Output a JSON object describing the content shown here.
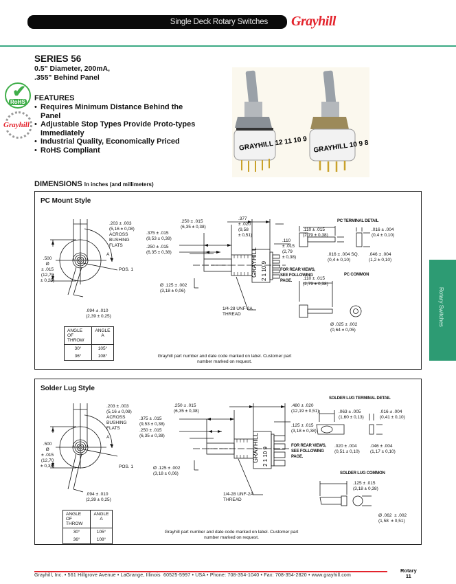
{
  "header": {
    "section_title": "Single Deck Rotary Switches",
    "brand": "Grayhill",
    "accent_color": "#3aa983",
    "brand_color": "#e3232c"
  },
  "product": {
    "series": "SERIES 56",
    "subtitle_lines": [
      "0.5\" Diameter, 200mA,",
      ".355\" Behind Panel"
    ],
    "features_heading": "FEATURES",
    "features": [
      "Requires Minimum Distance Behind the Panel",
      "Adjustable Stop Types Provide Proto-types Immediately",
      "Industrial Quality, Economically Priced",
      "RoHS Compliant"
    ],
    "badges": {
      "rohs": "RoHS",
      "gear_logo": "Grayhill"
    },
    "photo_labels": [
      "GRAYHILL 12 11 10 9",
      "GRAYHILL 10 9 8"
    ]
  },
  "dimensions": {
    "heading": "DIMENSIONS",
    "units_note": "In inches (and millimeters)",
    "pc_mount": {
      "title": "PC Mount Style",
      "bushing_flats": ".203 ± .003\n(5,16 ± 0,08)\nACROSS\nBUSHING\nFLATS",
      "angle_label": "A",
      "diameter": ".500\nØ\n± .015\n(12,70\n± 0,25)",
      "pos1": "POS. 1",
      "key_width": ".094 ± .010\n(2,39 ± 0,25)",
      "shaft_375": ".375 ± .015\n(9,53 ± 0,38)",
      "shaft_250a": ".250 ± .015\n(6,35 ± 0,38)",
      "shaft_250b": ".250 ± .015\n(6,35 ± 0,38)",
      "shaft_dia": "Ø .125 ± .002\n(3,18 ± 0,06)",
      "body_377": ".377\n± .020\n(9,58\n± 0,51)",
      "term_110": ".110\n± .015\n(2,79\n± 0,38)",
      "rear_views": "FOR REAR VIEWS,\nSEE FOLLOWING\nPAGE.",
      "thread": "1/4-28 UNF-2A\nTHREAD",
      "body_label": "GRAYHILL",
      "body_numbers": "2  1  10  9",
      "terminal_detail": {
        "title": "PC TERMINAL DETAIL",
        "length": ".110 ± .015\n(2,79 ± 0,38)",
        "sq": ".016 ± .004 SQ.\n(0,4 ± 0,10)",
        "thick": ".016 ± .004\n(0,4 ± 0,10)",
        "width": ".046 ± .004\n(1,2 ± 0,10)"
      },
      "common": {
        "title": "PC COMMON",
        "length": ".110 ± .015\n(2,79 ± 0,38)",
        "dia": "Ø .025 ± .002\n(0,64 ± 0,05)"
      },
      "note": "Grayhill part number and date code marked on label. Customer part number marked on request.",
      "table": {
        "headers": [
          "ANGLE OF THROW",
          "ANGLE A"
        ],
        "rows": [
          [
            "30°",
            "105°"
          ],
          [
            "36°",
            "108°"
          ]
        ]
      }
    },
    "solder_lug": {
      "title": "Solder Lug Style",
      "bushing_flats": ".203 ± .003\n(5,16 ± 0,08)\nACROSS\nBUSHING\nFLATS",
      "angle_label": "A",
      "diameter": ".500\nØ\n± .015\n(12,70\n± 0,38)",
      "pos1": "POS. 1",
      "key_width": ".094 ± .010\n(2,39 ± 0,25)",
      "shaft_375": ".375 ± .015\n(9,53 ± 0,38)",
      "shaft_250a": ".250 ± .015\n(6,35 ± 0,38)",
      "shaft_250b": ".250 ± .015\n(6,35 ± 0,38)",
      "shaft_dia": "Ø .125 ± .002\n(3,18 ± 0,06)",
      "body_480": ".480 ± .020\n(12,19 ± 0,51)",
      "lug_125": ".125 ± .015\n(3,18 ± 0,38)",
      "rear_views": "FOR REAR VIEWS,\nSEE FOLLOWING\nPAGE.",
      "thread": "1/4-28 UNF-2A\nTHREAD",
      "body_label": "GRAYHILL",
      "body_numbers": "2  1  10  9",
      "terminal_detail": {
        "title": "SOLDER LUG TERMINAL DETAIL",
        "hole": ".063 ± .005\n(1,60 ± 0,13)",
        "thick": ".016 ± .004\n(0,41 ± 0,10)",
        "edge": ".020 ± .004\n(0,51 ± 0,10)",
        "width": ".046 ± .004\n(1,17 ± 0,10)"
      },
      "common": {
        "title": "SOLDER LUG COMMON",
        "length": ".125 ± .015\n(3,18 ± 0,38)",
        "dia": "Ø .062  ± .002\n(1,58  ± 0,51)"
      },
      "note": "Grayhill part number and date code marked on label. Customer part number marked on request.",
      "table": {
        "headers": [
          "ANGLE OF THROW",
          "ANGLE A"
        ],
        "rows": [
          [
            "30°",
            "105°"
          ],
          [
            "36°",
            "108°"
          ]
        ]
      }
    }
  },
  "side_tab": {
    "label": "Rotary Switches",
    "color": "#2d9b73"
  },
  "footer": {
    "address": "Grayhill, Inc. • 561 Hillgrove Avenue • LaGrange, Illinois  60525-5997 • USA • Phone: 708-354-1040 • Fax: 708-354-2820 • www.grayhill.com",
    "section": "Rotary",
    "page": "11"
  }
}
